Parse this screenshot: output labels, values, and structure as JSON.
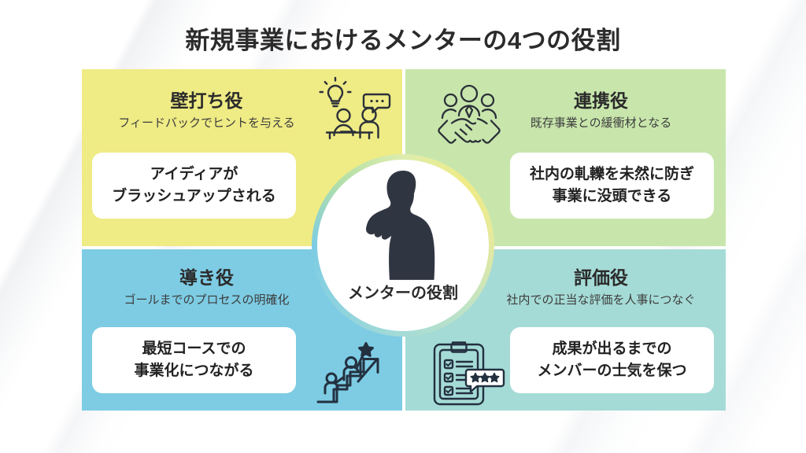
{
  "slide": {
    "title": "新規事業におけるメンターの4つの役割",
    "background_color": "#ffffff"
  },
  "center": {
    "label": "メンターの役割",
    "icon": "person-silhouette-icon",
    "fill_color": "#ffffff",
    "ring_colors": [
      "#efeb85",
      "#c8e6ac",
      "#7dcce4",
      "#a5dbd6"
    ]
  },
  "quadrants": [
    {
      "id": "top-left",
      "heading": "壁打ち役",
      "subtitle": "フィードバックでヒントを与える",
      "result": "アイディアが\nブラッシュアップされる",
      "result_line1": "アイディアが",
      "result_line2": "ブラッシュアップされる",
      "icon": "lightbulb-meeting-icon",
      "color": "#efeb85"
    },
    {
      "id": "top-right",
      "heading": "連携役",
      "subtitle": "既存事業との緩衝材となる",
      "result": "社内の軋轢を未然に防ぎ\n事業に没頭できる",
      "result_line1": "社内の軋轢を未然に防ぎ",
      "result_line2": "事業に没頭できる",
      "icon": "handshake-team-icon",
      "color": "#c8e6ac"
    },
    {
      "id": "bottom-left",
      "heading": "導き役",
      "subtitle": "ゴールまでのプロセスの明確化",
      "result": "最短コースでの\n事業化につながる",
      "result_line1": "最短コースでの",
      "result_line2": "事業化につながる",
      "icon": "stairs-growth-star-icon",
      "color": "#7dcce4"
    },
    {
      "id": "bottom-right",
      "heading": "評価役",
      "subtitle": "社内での正当な評価を人事につなぐ",
      "result": "成果が出るまでの\nメンバーの士気を保つ",
      "result_line1": "成果が出るまでの",
      "result_line2": "メンバーの士気を保つ",
      "icon": "clipboard-rating-icon",
      "color": "#a5dbd6"
    }
  ]
}
